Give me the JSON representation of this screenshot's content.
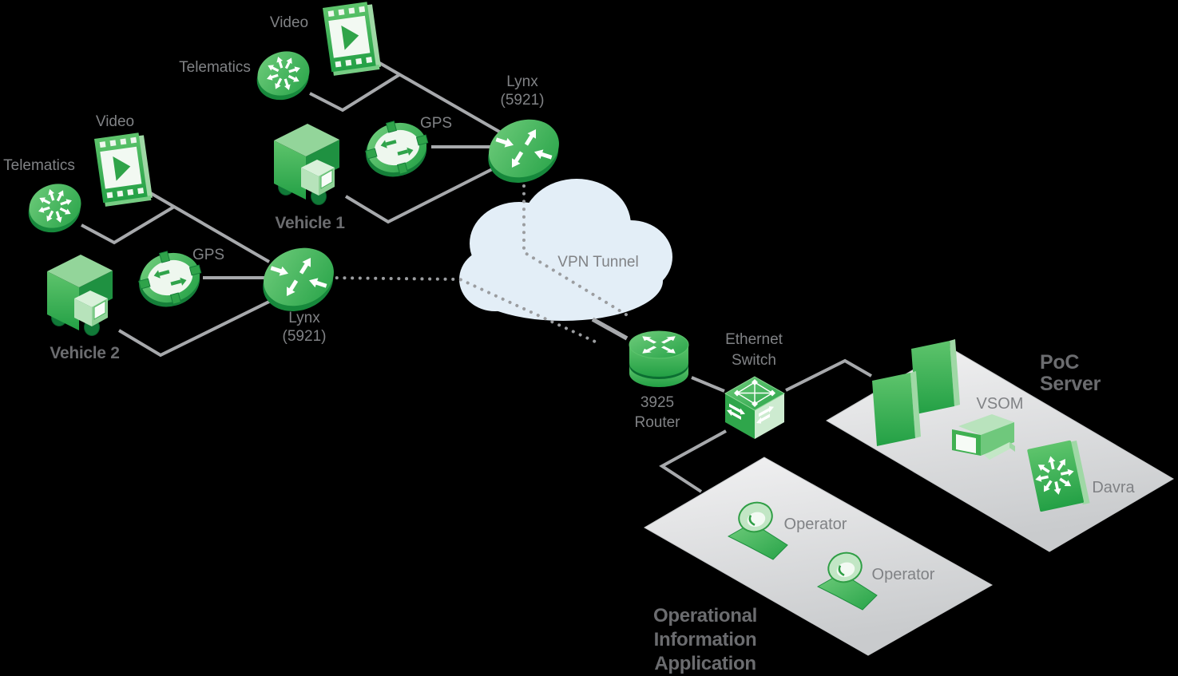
{
  "colors": {
    "background": "#000000",
    "icon_green": "#3cb44c",
    "icon_green_dark": "#1d8f3e",
    "icon_green_light": "#bce4c0",
    "line_gray": "#a7a9ac",
    "dotted_gray": "#9b9da0",
    "label_gray": "#808285",
    "label_bold_gray": "#6b6c6f",
    "cloud_blue": "#e3eef7",
    "platform_gray": "#d9dadc"
  },
  "vehicle_group_1": {
    "video_label": "Video",
    "telematics_label": "Telematics",
    "gps_label": "GPS",
    "vehicle_label": "Vehicle 1",
    "router_label_line1": "Lynx",
    "router_label_line2": "(5921)"
  },
  "vehicle_group_2": {
    "video_label": "Video",
    "telematics_label": "Telematics",
    "gps_label": "GPS",
    "vehicle_label": "Vehicle 2",
    "router_label_line1": "Lynx",
    "router_label_line2": "(5921)"
  },
  "wan": {
    "cloud_label": "VPN Tunnel"
  },
  "headend": {
    "router_label_line1": "3925",
    "router_label_line2": "Router",
    "switch_label_line1": "Ethernet",
    "switch_label_line2": "Switch"
  },
  "poc_server": {
    "title_line1": "PoC",
    "title_line2": "Server",
    "vsom_label": "VSOM",
    "davra_label": "Davra"
  },
  "operations": {
    "title_line1": "Operational",
    "title_line2": "Information",
    "title_line3": "Application",
    "operator1_label": "Operator",
    "operator2_label": "Operator"
  },
  "icons": {
    "video-film-icon": "green film frame with play triangle",
    "telematics-disc-icon": "green disc with radiating white arrows",
    "gps-ring-icon": "green ring with four posts and swap arrows",
    "truck-icon": "green isometric box truck",
    "lynx-router-disc-icon": "green router disc with four white arrows",
    "vpn-cloud": "light blue cloud",
    "router-3925-icon": "green stacked cylinder router",
    "ethernet-switch-cube-icon": "green cube switch",
    "monitor-panel-icon": "green flat panel",
    "vsom-camera-icon": "green surveillance camera",
    "davra-switch-icon": "green slab with radiating white arrows",
    "operator-headset-icon": "green person with headset"
  }
}
